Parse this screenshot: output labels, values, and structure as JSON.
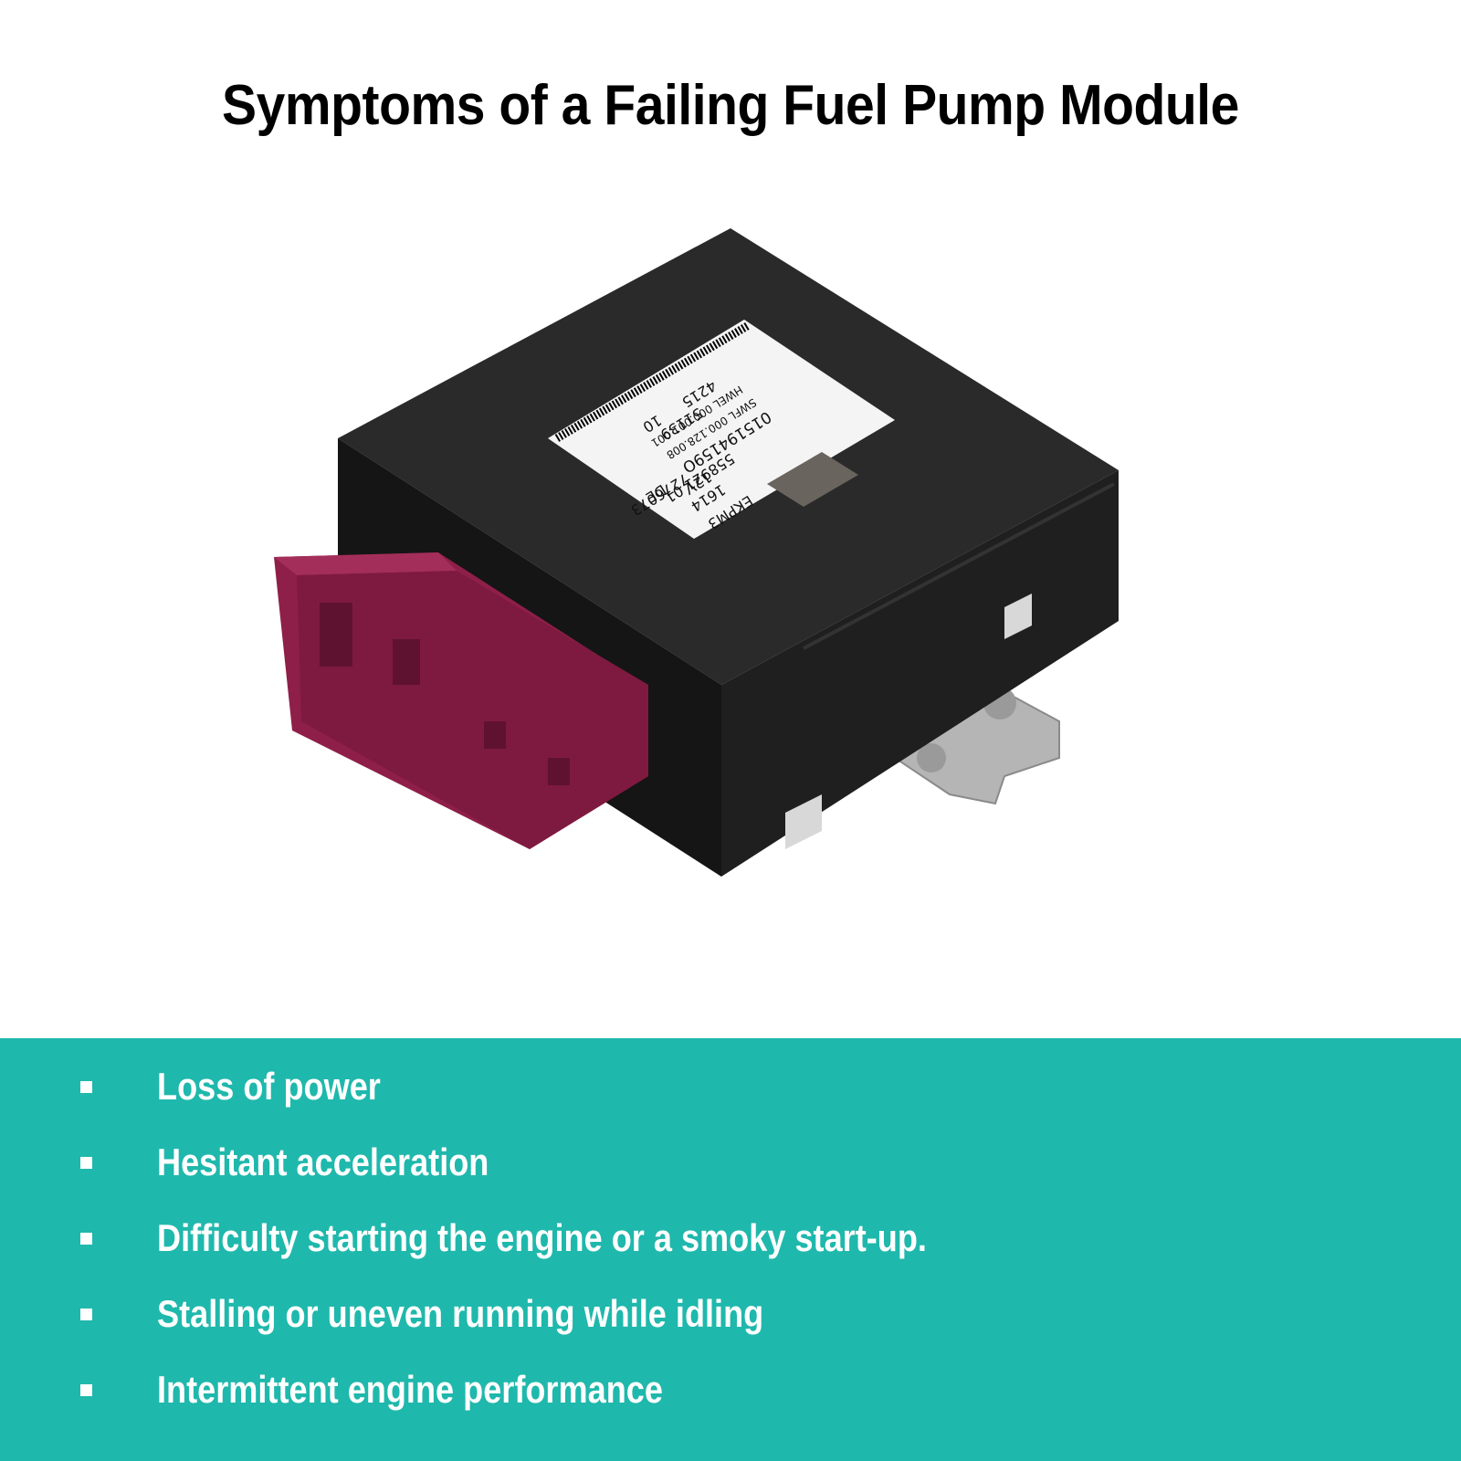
{
  "header": {
    "title": "Symptoms of a Failing Fuel Pump Module"
  },
  "product": {
    "name_icon": "fuel-pump-control-module-icon",
    "label": {
      "lines": [
        "015194159О",
        "SWFL 000.128.008",
        "HWEL 000.001.001"
      ],
      "line2": [
        "EKPM3",
        "1614",
        "12V",
        "7276073",
        "DE"
      ],
      "line3": [
        "558921 01",
        "10",
        "51139",
        "4215"
      ]
    },
    "colors": {
      "housing": "#1e1e1e",
      "connector": "#8e1f48",
      "bracket": "#b9b9b9",
      "label": "#f4f4f4"
    }
  },
  "symptoms": {
    "items": [
      "Loss of power",
      "Hesitant acceleration",
      "Difficulty starting the engine or a smoky start-up.",
      "Stalling or uneven running while idling",
      "Intermittent engine performance"
    ]
  },
  "colors": {
    "panel": "#1fb8ac",
    "text": "#ffffff",
    "title": "#000000"
  }
}
